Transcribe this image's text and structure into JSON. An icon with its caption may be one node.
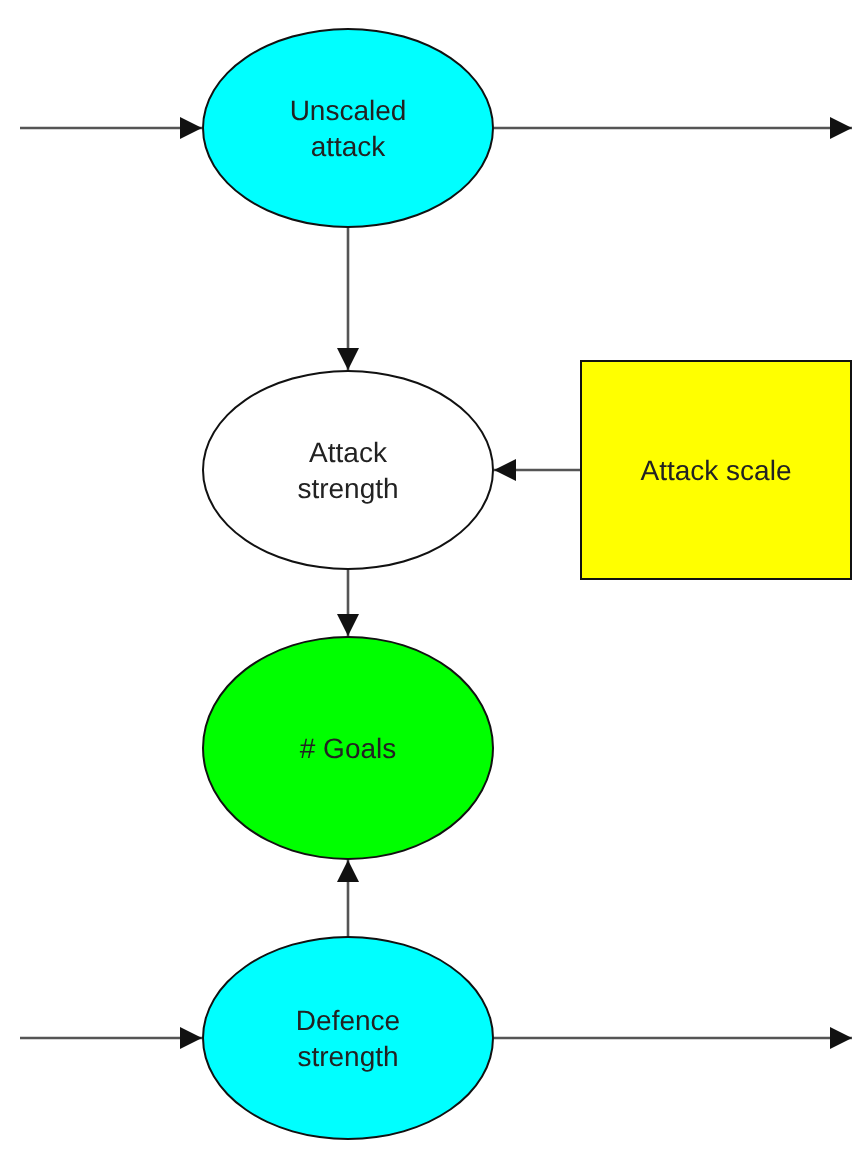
{
  "diagram": {
    "nodes": [
      {
        "text": [
          "Unscaled attack"
        ]
      },
      {
        "text": [
          "Attack strength"
        ]
      },
      {
        "text": [
          "Attack scale"
        ]
      },
      {
        "text": [
          "# Goals"
        ]
      },
      {
        "text": [
          "Defence strength"
        ]
      }
    ],
    "edges": [
      {
        "from": null,
        "to": 0,
        "arrow": "to"
      },
      {
        "from": 0,
        "to": null,
        "arrow": "to"
      },
      {
        "from": 0,
        "to": 1,
        "arrow": "to"
      },
      {
        "from": 2,
        "to": 1,
        "arrow": "to"
      },
      {
        "from": 1,
        "to": 3,
        "arrow": "to"
      },
      {
        "from": 4,
        "to": 3,
        "arrow": "to"
      },
      {
        "from": null,
        "to": 4,
        "arrow": "to"
      },
      {
        "from": 4,
        "to": null,
        "arrow": "to"
      }
    ]
  }
}
